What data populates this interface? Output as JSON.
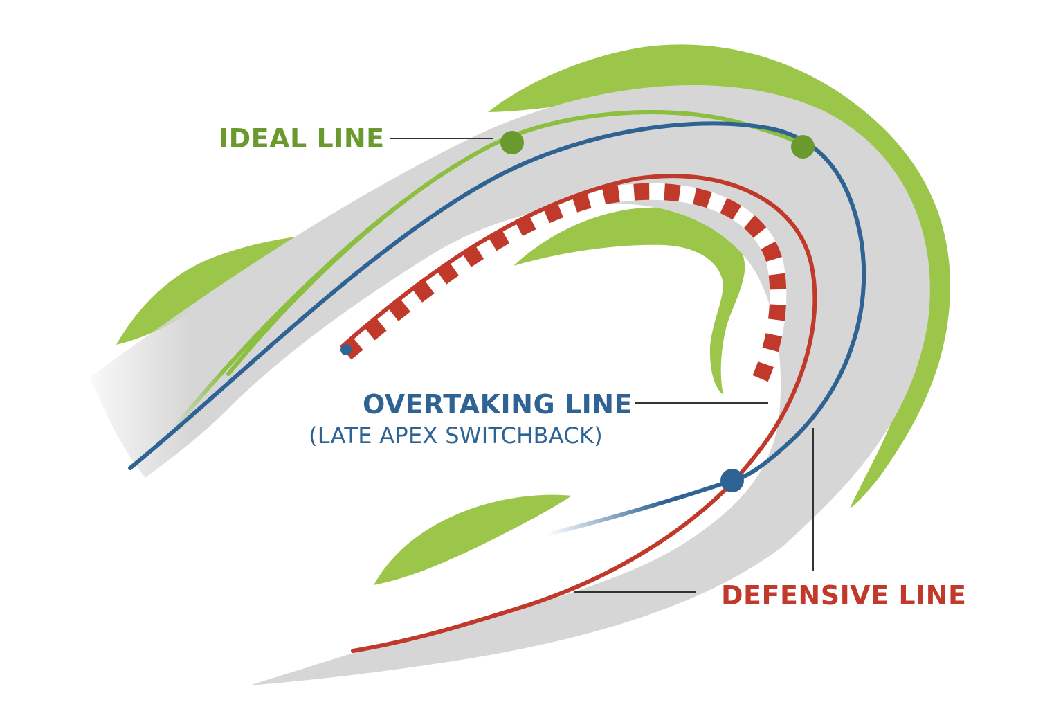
{
  "labels": {
    "ideal": "IDEAL LINE",
    "overtaking": "OVERTAKING LINE",
    "overtaking_note": "(LATE APEX SWITCHBACK)",
    "defensive": "DEFENSIVE LINE"
  },
  "colors": {
    "ideal": "#6a9a2e",
    "ideal_line": "#8cbf3f",
    "overtaking": "#2e6394",
    "defensive": "#c0392b",
    "grass": "#9cc64a",
    "track": "#d6d6d6",
    "kerb_red": "#c0392b",
    "kerb_white": "#ffffff",
    "leader": "#333333"
  }
}
